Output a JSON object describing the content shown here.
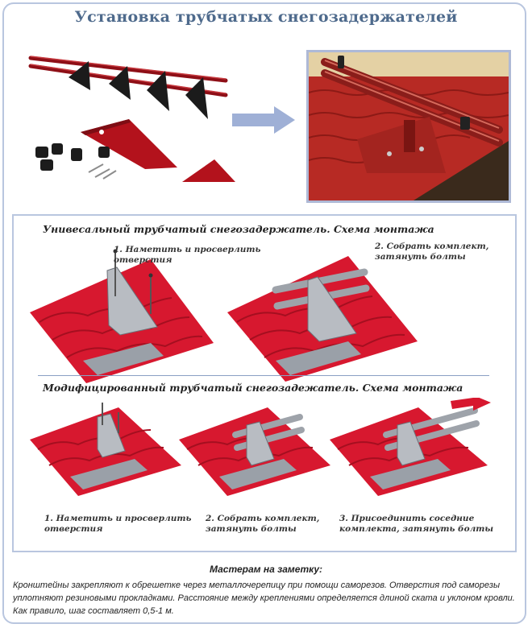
{
  "title": "Установка трубчатых снегозадержателей",
  "section_universal": {
    "heading": "Унивесальный трубчатый снегозадержатель. Схема монтажа",
    "step1": "1. Наметить и просверлить\nотверстия",
    "step2": "2. Собрать комплект,\nзатянуть болты"
  },
  "section_modified": {
    "heading": "Модифицированный трубчатый снегозадежатель. Схема монтажа",
    "step1": "1. Наметить и просверлить\nотверстия",
    "step2": "2. Собрать комплект,\nзатянуть болты",
    "step3": "3. Присоединить соседние\nкомплекта, затянуть болты"
  },
  "note": {
    "heading": "Мастерам на заметку:",
    "text": "Кронштейны закрепляют к обрешетке через металлочерепицу при помощи саморезов. Отверстия под саморезы уплотняют резиновыми прокладками. Расстояние между креплениями определяется длиной ската и уклоном кровли. Как правило, шаг составляет 0,5-1 м."
  },
  "colors": {
    "title": "#4e6a8c",
    "border": "#b9c6df",
    "roof_red": "#d7182f",
    "product_red": "#a8121c",
    "arrow": "#9fb0d6"
  }
}
